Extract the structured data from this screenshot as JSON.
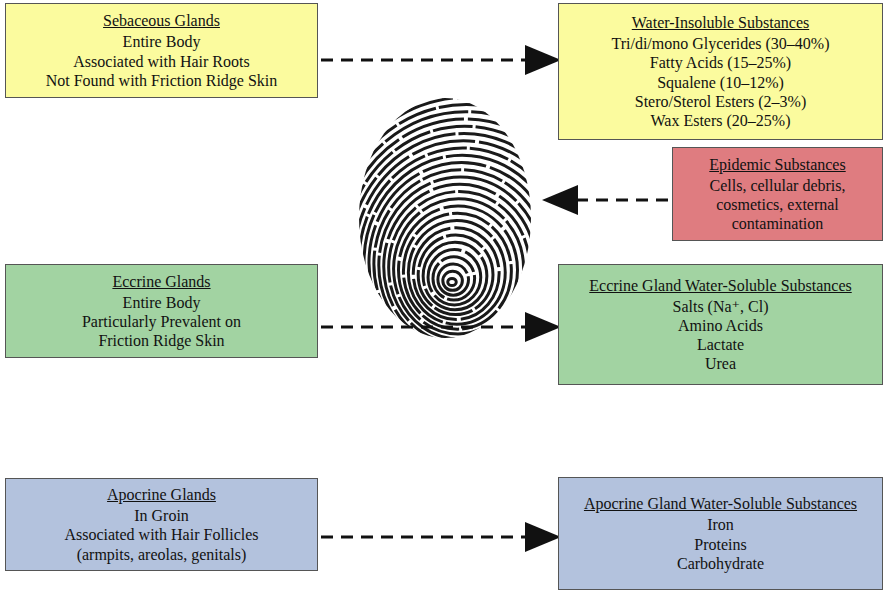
{
  "diagram": {
    "nodes": [
      {
        "text": [
          "Sebaceous Glands",
          "Entire Body",
          "Associated with Hair Roots",
          "Not Found with Friction Ridge Skin"
        ]
      },
      {
        "text": [
          "Water-Insoluble Substances",
          "Tri/di/mono Glycerides (30–40%)",
          "Fatty Acids (15–25%)",
          "Squalene (10–12%)",
          "Stero/Sterol Esters (2–3%)",
          "Wax Esters (20–25%)"
        ]
      },
      {
        "text": [
          "Epidemic Substances",
          "Cells, cellular debris, cosmetics, external contamination"
        ]
      },
      {
        "text": [
          "Eccrine Glands",
          "Entire Body",
          "Particularly Prevalent on Friction Ridge Skin"
        ]
      },
      {
        "text": [
          "Eccrine Gland Water-Soluble Substances",
          "Salts (Na⁺, Cl)",
          "Amino Acids",
          "Lactate",
          "Urea"
        ]
      },
      {
        "text": [
          "Apocrine Glands",
          "In Groin",
          "Associated with Hair Follicles (armpits, areolas, genitals)"
        ]
      },
      {
        "text": [
          "Apocrine Gland Water-Soluble Substances",
          "Iron",
          "Proteins",
          "Carbohydrate"
        ]
      }
    ],
    "edges": [
      {
        "from": 0,
        "to": 1,
        "arrow": "to"
      },
      {
        "from": 3,
        "to": 4,
        "arrow": "to"
      },
      {
        "from": 5,
        "to": 6,
        "arrow": "to"
      }
    ]
  }
}
